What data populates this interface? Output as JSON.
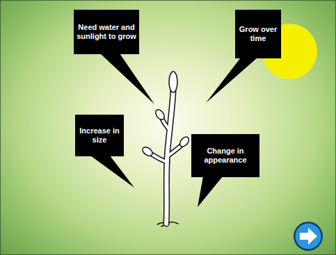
{
  "diagram": {
    "nodes": [
      {
        "text": [
          "Need water and sunlight to grow"
        ]
      },
      {
        "text": [
          "Grow over time"
        ]
      },
      {
        "text": [
          "Increase in size"
        ]
      },
      {
        "text": [
          "Change in appearance"
        ]
      }
    ]
  }
}
